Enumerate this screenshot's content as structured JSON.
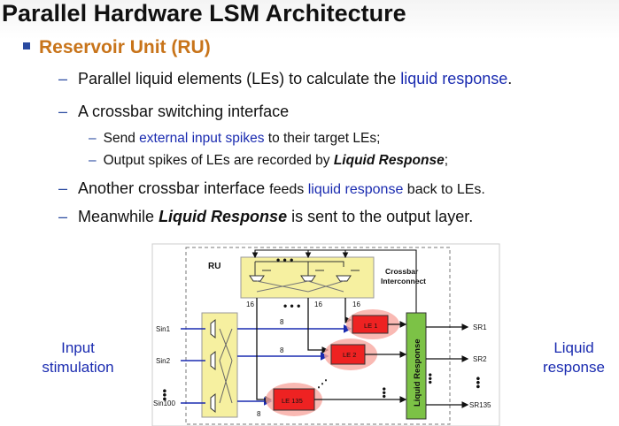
{
  "slide": {
    "title": "Parallel Hardware LSM Architecture",
    "section": "Reservoir Unit (RU)"
  },
  "bullets": {
    "b1_pre": "Parallel liquid elements (LEs) to calculate the ",
    "b1_hl": "liquid response",
    "b1_post": ".",
    "b2": "A crossbar switching interface",
    "b2a_pre": "Send ",
    "b2a_hl": "external input spikes",
    "b2a_post": " to their target LEs;",
    "b2b_pre": "Output spikes of LEs are recorded by ",
    "b2b_em": "Liquid Response",
    "b2b_post": ";",
    "b3_pre": "Another crossbar interface ",
    "b3_mid": "feeds ",
    "b3_hl": "liquid response",
    "b3_post": " back to LEs.",
    "b4_pre": "Meanwhile ",
    "b4_em": "Liquid Response",
    "b4_post": " is sent to the output layer."
  },
  "side_labels": {
    "input_line1": "Input",
    "input_line2": "stimulation",
    "output_line1": "Liquid",
    "output_line2": "response"
  },
  "diagram": {
    "ru_label": "RU",
    "crossbar_label_line1": "Crossbar",
    "crossbar_label_line2": "Interconnect",
    "inputs": [
      "Sin1",
      "Sin2",
      "Sin100"
    ],
    "outputs": [
      "SR1",
      "SR2",
      "SR135"
    ],
    "les": [
      "LE 1",
      "LE 2",
      "LE 135"
    ],
    "liquid_response_label": "Liquid Response",
    "bus_width_top": "16",
    "bus_width_input": "8",
    "colors": {
      "crossbar_fill": "#f6f0a0",
      "le_fill": "#ee2222",
      "le_glow": "#f7a7a0",
      "lr_fill": "#7cc246",
      "wire_blue": "#1a2bb0"
    }
  }
}
